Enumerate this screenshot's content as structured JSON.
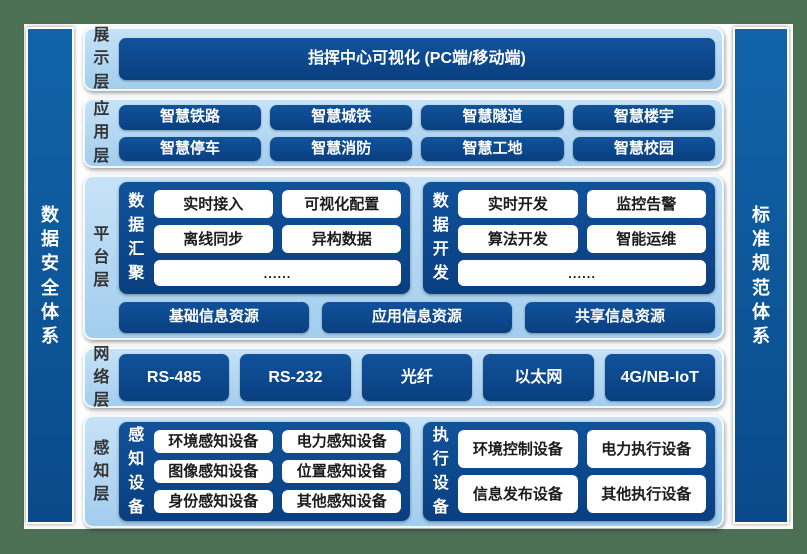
{
  "colors": {
    "frame": "#4c7054",
    "panel": "#ffffff",
    "light1": "#c7e3f8",
    "light2": "#a2cdee",
    "dark1": "#11529b",
    "dark2": "#093f80",
    "bar1": "#1164a9",
    "bar2": "#0a4a8a",
    "label": "#333333",
    "itemtext": "#1b1b1b"
  },
  "side_bars": {
    "left": "数据安全体系",
    "right": "标准规范体系"
  },
  "layers": {
    "display": {
      "label": "展示层",
      "banner": "指挥中心可视化 (PC端/移动端)"
    },
    "application": {
      "label": "应用层",
      "items": [
        "智慧铁路",
        "智慧城铁",
        "智慧隧道",
        "智慧楼宇",
        "智慧停车",
        "智慧消防",
        "智慧工地",
        "智慧校园"
      ]
    },
    "platform": {
      "label": "平台层",
      "groups": [
        {
          "label": "数据汇聚",
          "items": [
            "实时接入",
            "可视化配置",
            "离线同步",
            "异构数据"
          ],
          "more": "......"
        },
        {
          "label": "数据开发",
          "items": [
            "实时开发",
            "监控告警",
            "算法开发",
            "智能运维"
          ],
          "more": "......"
        }
      ],
      "resources": [
        "基础信息资源",
        "应用信息资源",
        "共享信息资源"
      ]
    },
    "network": {
      "label": "网络层",
      "items": [
        "RS-485",
        "RS-232",
        "光纤",
        "以太网",
        "4G/NB-IoT"
      ]
    },
    "perception": {
      "label": "感知层",
      "groups": [
        {
          "label": "感知设备",
          "items": [
            "环境感知设备",
            "电力感知设备",
            "图像感知设备",
            "位置感知设备",
            "身份感知设备",
            "其他感知设备"
          ]
        },
        {
          "label": "执行设备",
          "items": [
            "环境控制设备",
            "电力执行设备",
            "信息发布设备",
            "其他执行设备"
          ]
        }
      ]
    }
  }
}
